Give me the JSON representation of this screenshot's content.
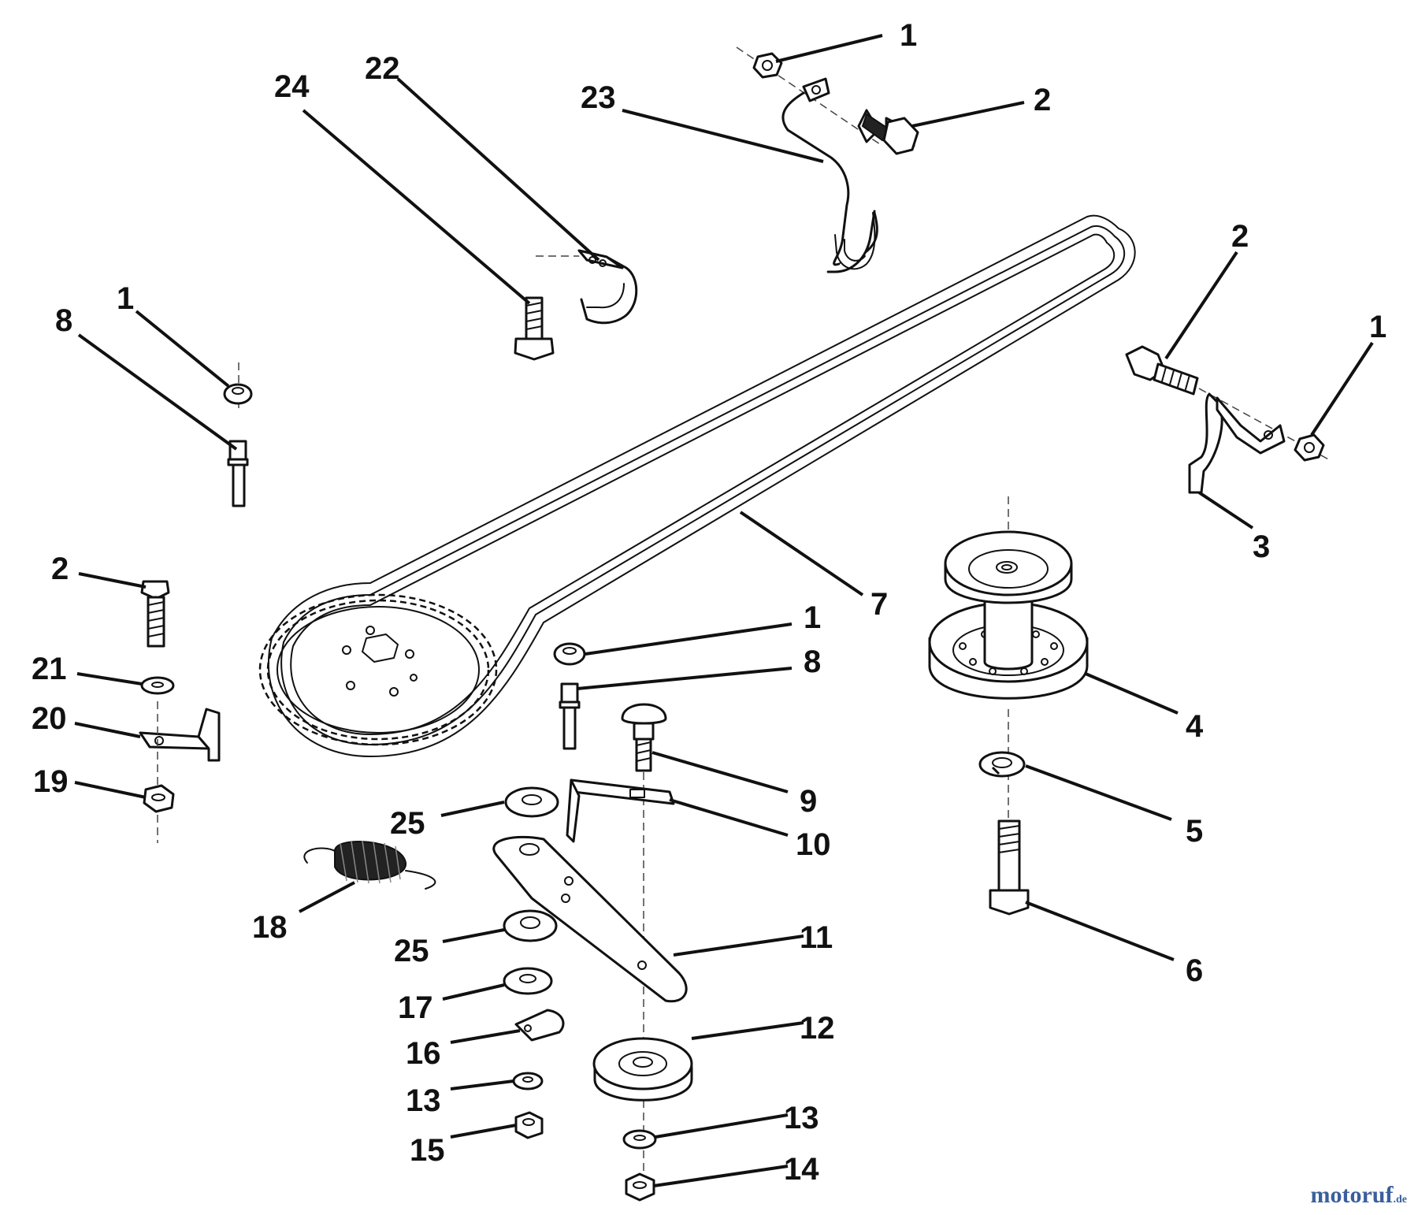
{
  "callouts": {
    "c1_top": "1",
    "c2_top": "2",
    "c23": "23",
    "c22": "22",
    "c24": "24",
    "c2_right": "2",
    "c1_right": "1",
    "c3": "3",
    "c1_left": "1",
    "c8_left": "8",
    "c7": "7",
    "c1_mid": "1",
    "c8_mid": "8",
    "c4": "4",
    "c2_left": "2",
    "c21": "21",
    "c20": "20",
    "c19": "19",
    "c9": "9",
    "c10": "10",
    "c5": "5",
    "c25_top": "25",
    "c18": "18",
    "c11": "11",
    "c6": "6",
    "c25_bot": "25",
    "c17": "17",
    "c12": "12",
    "c16": "16",
    "c13_left": "13",
    "c13_right": "13",
    "c15": "15",
    "c14": "14"
  },
  "watermark": {
    "main": "motoruf",
    "tld": ".de"
  }
}
